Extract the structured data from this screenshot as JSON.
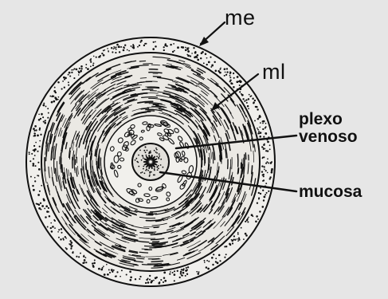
{
  "diagram": {
    "labels": {
      "me": "me",
      "mi": "ml",
      "plexo_line1": "plexo",
      "plexo_line2": "venoso",
      "mucosa": "mucosa"
    },
    "colors": {
      "background": "#e6e6e6",
      "ink": "#111111",
      "outer_layer": "#f0efec",
      "inner_layer": "#ebe9e4"
    }
  }
}
